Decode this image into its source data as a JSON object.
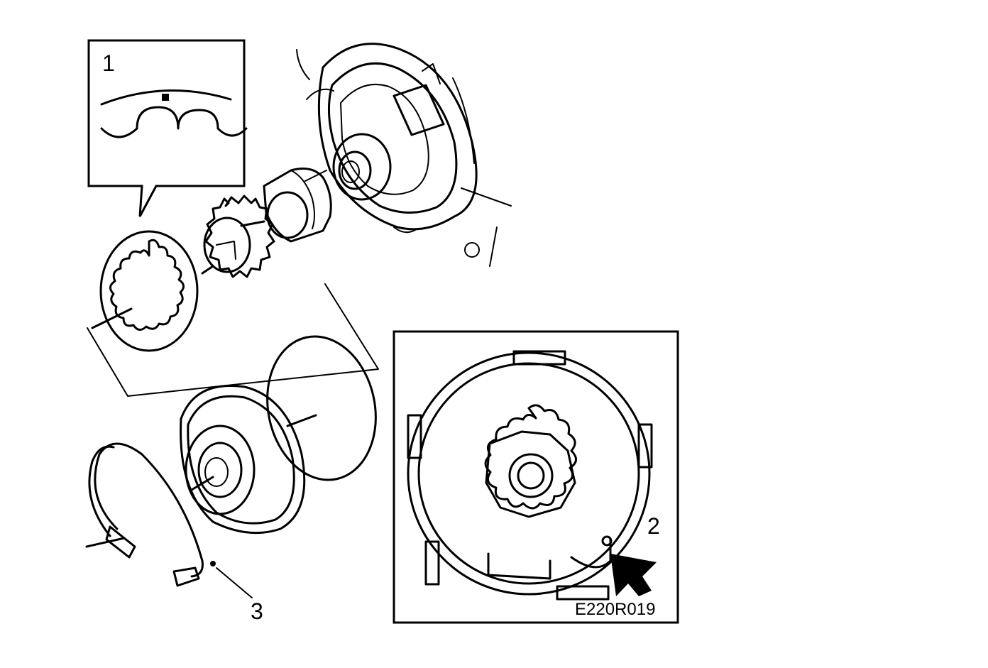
{
  "figure": {
    "callouts": {
      "one": "1",
      "two": "2",
      "three": "3"
    },
    "figure_code": "E220R019"
  }
}
